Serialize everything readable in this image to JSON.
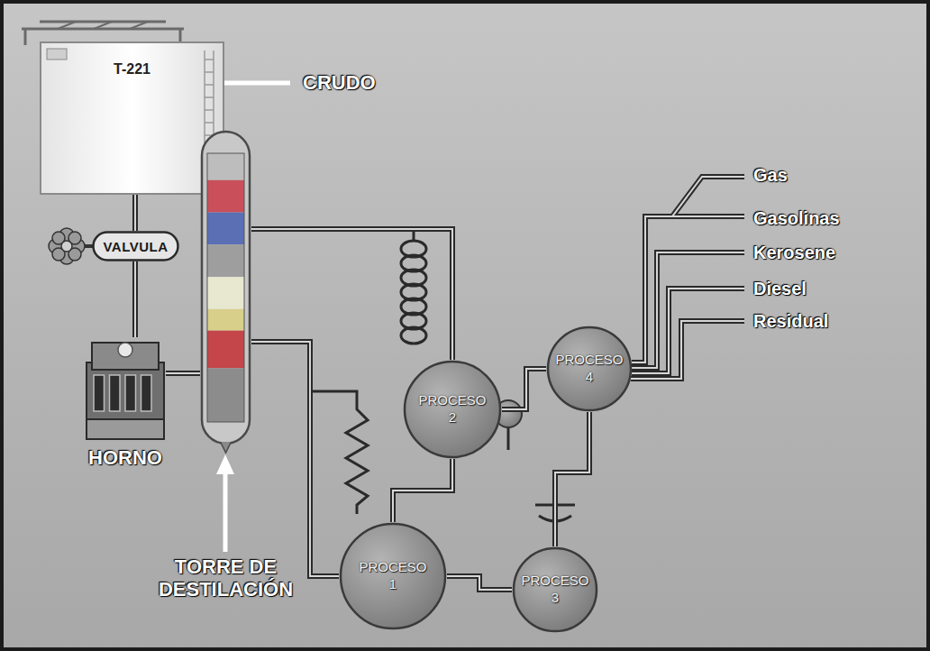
{
  "diagram": {
    "nodes": [
      {
        "text": [
          "T-221"
        ]
      },
      {
        "text": [
          "VALVULA"
        ]
      },
      {
        "text": [
          "HORNO"
        ]
      },
      {
        "text": [
          "TORRE DE DESTILACIÓN"
        ]
      },
      {
        "text": [
          "PROCESO",
          "1"
        ]
      },
      {
        "text": [
          "PROCESO",
          "2"
        ]
      },
      {
        "text": [
          "PROCESO",
          "3"
        ]
      },
      {
        "text": [
          "PROCESO",
          "4"
        ]
      }
    ],
    "edges": [
      {
        "from": 0,
        "to": 1,
        "arrow": "none"
      },
      {
        "from": 1,
        "to": 2,
        "arrow": "none"
      },
      {
        "from": 2,
        "to": 3,
        "arrow": "none"
      },
      {
        "from": 3,
        "to": 5,
        "arrow": "none"
      },
      {
        "from": 3,
        "to": 4,
        "arrow": "none"
      },
      {
        "from": 4,
        "to": 5,
        "arrow": "none"
      },
      {
        "from": 4,
        "to": 6,
        "arrow": "none"
      },
      {
        "from": 5,
        "to": 7,
        "arrow": "none"
      },
      {
        "from": 6,
        "to": 7,
        "arrow": "none"
      }
    ],
    "labels": [
      "CRUDO",
      "Gas",
      "Gasolinas",
      "Kerosene",
      "Diesel",
      "Residual"
    ]
  }
}
